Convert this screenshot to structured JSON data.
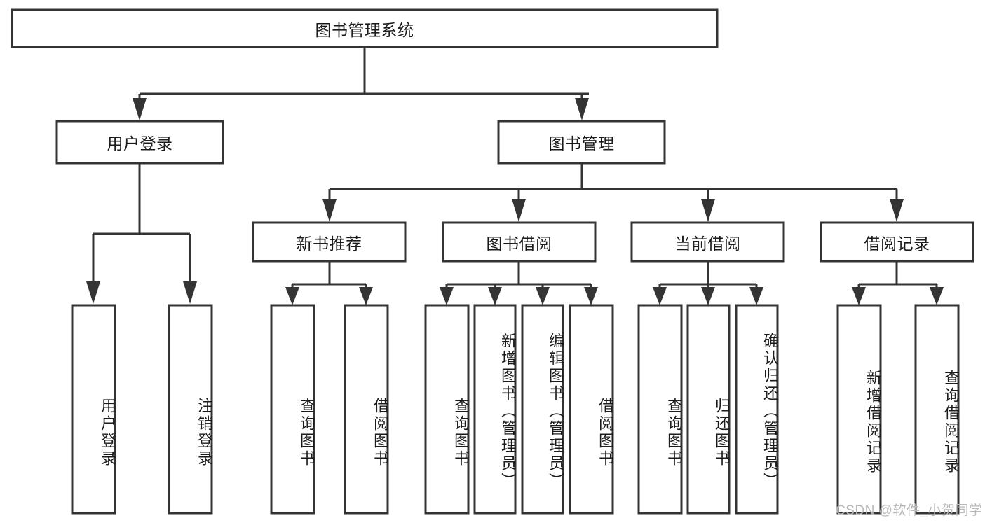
{
  "diagram": {
    "title_node": {
      "label": "图书管理系统"
    },
    "level2": [
      {
        "id": "user-login",
        "label": "用户登录"
      },
      {
        "id": "book-management",
        "label": "图书管理"
      }
    ],
    "level3": [
      {
        "id": "new-book-recommend",
        "label": "新书推荐"
      },
      {
        "id": "book-borrow",
        "label": "图书借阅"
      },
      {
        "id": "current-borrow",
        "label": "当前借阅"
      },
      {
        "id": "borrow-record",
        "label": "借阅记录"
      }
    ],
    "leaves": [
      {
        "id": "leaf-user-login",
        "label": "用户登录"
      },
      {
        "id": "leaf-logout-login",
        "label": "注销登录"
      },
      {
        "id": "leaf-query-book-1",
        "label": "查询图书"
      },
      {
        "id": "leaf-borrow-book-1",
        "label": "借阅图书"
      },
      {
        "id": "leaf-query-book-2",
        "label": "查询图书"
      },
      {
        "id": "leaf-add-book-admin",
        "label": "新增图书（管理员）"
      },
      {
        "id": "leaf-edit-book-admin",
        "label": "编辑图书（管理员）"
      },
      {
        "id": "leaf-borrow-book-2",
        "label": "借阅图书"
      },
      {
        "id": "leaf-query-book-3",
        "label": "查询图书"
      },
      {
        "id": "leaf-return-book",
        "label": "归还图书"
      },
      {
        "id": "leaf-confirm-return-admin",
        "label": "确认归还（管理员）"
      },
      {
        "id": "leaf-add-borrow-record",
        "label": "新增借阅记录"
      },
      {
        "id": "leaf-query-borrow-record",
        "label": "查询借阅记录"
      }
    ],
    "watermark": {
      "text": "CSDN @软件_小贺同学"
    },
    "colors": {
      "border": "#343434",
      "box_fill": "#ffffff",
      "text": "#1b1b1b",
      "watermark": "#b9b9b9",
      "background": "#ffffff"
    }
  }
}
